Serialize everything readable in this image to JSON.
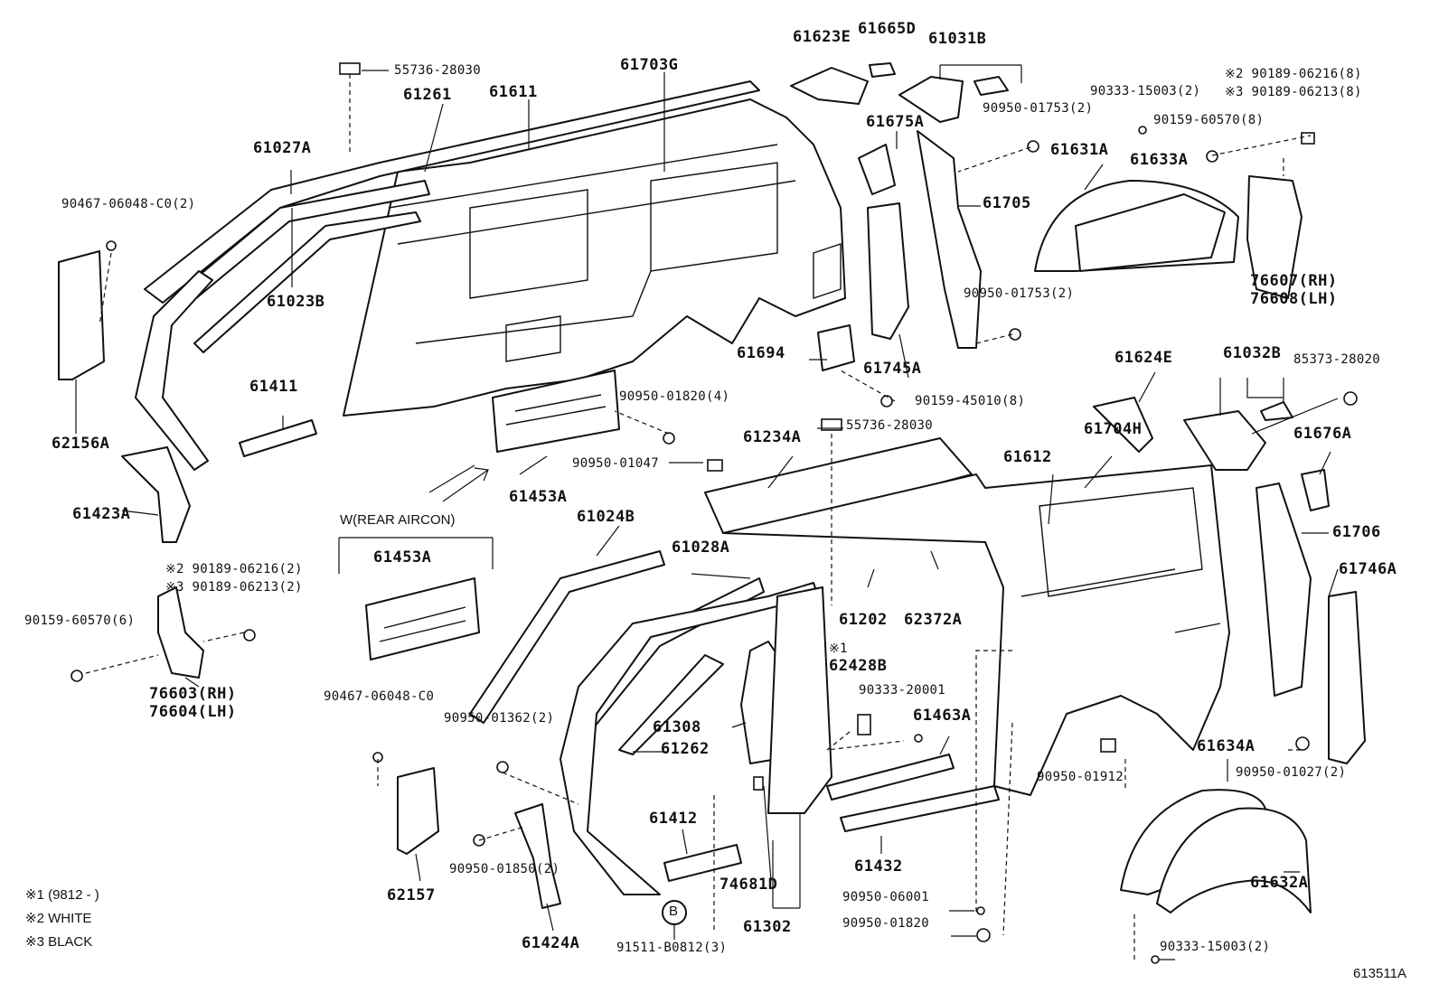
{
  "diagram_code": "613511A",
  "notes": [
    "※1 (9812 -        )",
    "※2 WHITE",
    "※3 BLACK"
  ],
  "group_label": "W(REAR  AIRCON)",
  "marker_b": "B",
  "labels": {
    "p55736_top": "55736-28030",
    "p61261": "61261",
    "p61611": "61611",
    "p61703G": "61703G",
    "p61623E": "61623E",
    "p61665D": "61665D",
    "p61031B": "61031B",
    "p90333_top": "90333-15003(2)",
    "p90189_216_top": "※2 90189-06216(8)",
    "p90189_213_top": "※3 90189-06213(8)",
    "p90950_1753a": "90950-01753(2)",
    "p61027A": "61027A",
    "p90467_top": "90467-06048-C0(2)",
    "p61675A": "61675A",
    "p90159_60570_8": "90159-60570(8)",
    "p61631A": "61631A",
    "p61633A": "61633A",
    "p61705": "61705",
    "p61023B": "61023B",
    "p76607": "76607(RH)",
    "p76608": "76608(LH)",
    "p90950_1753b": "90950-01753(2)",
    "p61694": "61694",
    "p61745A": "61745A",
    "p61411": "61411",
    "p62156A": "62156A",
    "p90950_1820_4": "90950-01820(4)",
    "p90159_45010": "90159-45010(8)",
    "p61624E": "61624E",
    "p61032B": "61032B",
    "p85373": "85373-28020",
    "p55736_mid": "55736-28030",
    "p61234A": "61234A",
    "p61704H": "61704H",
    "p61612": "61612",
    "p61676A": "61676A",
    "p90950_1047": "90950-01047",
    "p61453A_a": "61453A",
    "p61423A": "61423A",
    "p61024B": "61024B",
    "p61706": "61706",
    "p61028A": "61028A",
    "p61453A_b": "61453A",
    "p61746A": "61746A",
    "p90189_216_left": "※2 90189-06216(2)",
    "p90189_213_left": "※3 90189-06213(2)",
    "p90159_60570_6": "90159-60570(6)",
    "p61202": "61202",
    "p62372A": "62372A",
    "p_note1": "※1",
    "p62428B": "62428B",
    "p76603": "76603(RH)",
    "p76604": "76604(LH)",
    "p90333_20001": "90333-20001",
    "p90467_mid": "90467-06048-C0",
    "p90950_1362": "90950-01362(2)",
    "p61463A": "61463A",
    "p61308": "61308",
    "p61262": "61262",
    "p61634A": "61634A",
    "p90950_1912": "90950-01912",
    "p90950_1027": "90950-01027(2)",
    "p61412": "61412",
    "p61432": "61432",
    "p90950_1850": "90950-01850(2)",
    "p62157": "62157",
    "p74681D": "74681D",
    "p90950_06001": "90950-06001",
    "p61302": "61302",
    "p90950_1820b": "90950-01820",
    "p61632A": "61632A",
    "p61424A": "61424A",
    "p91511": "91511-B0812(3)",
    "p90333_bot": "90333-15003(2)"
  }
}
